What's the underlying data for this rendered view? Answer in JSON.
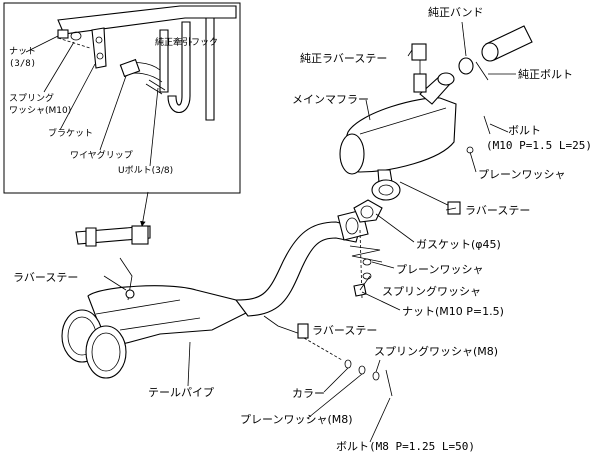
{
  "inset": {
    "hook_label": "純正牽引フック",
    "nut_label": "ナット",
    "nut_spec": "(3/8)",
    "spring_washer_label": "スプリング",
    "spring_washer_label2": "ワッシャ(M10)",
    "bracket_label": "ブラケット",
    "wire_grip_label": "ワイヤグリップ",
    "ubolt_label": "Uボルト(3/8)"
  },
  "labels": {
    "oem_band": "純正バンド",
    "oem_rubber_stay": "純正ラバーステー",
    "oem_bolt": "純正ボルト",
    "main_muffler": "メインマフラー",
    "bolt_m10": "ボルト",
    "bolt_m10_spec": "(M10 P=1.5 L=25)",
    "plain_washer_upper": "プレーンワッシャ",
    "rubber_stay_right": "ラバーステー",
    "gasket": "ガスケット(φ45)",
    "plain_washer_mid": "プレーンワッシャ",
    "spring_washer_mid": "スプリングワッシャ",
    "nut_m10": "ナット(M10 P=1.5)",
    "rubber_stay_left": "ラバーステー",
    "rubber_stay_lower": "ラバーステー",
    "spring_washer_m8": "スプリングワッシャ(M8)",
    "tail_pipe": "テールパイプ",
    "collar": "カラー",
    "plain_washer_m8": "プレーンワッシャ(M8)",
    "bolt_m8": "ボルト(M8 P=1.25 L=50)"
  }
}
